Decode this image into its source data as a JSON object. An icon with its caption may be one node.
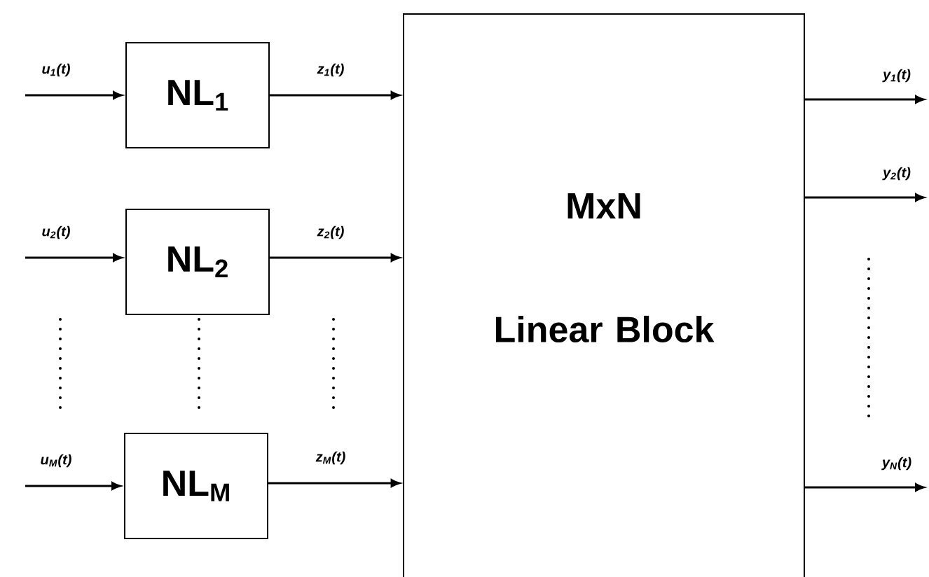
{
  "diagram": {
    "nodes": [
      {
        "text": [
          "NL$_{1}$"
        ]
      },
      {
        "text": [
          "NL$_{2}$"
        ]
      },
      {
        "text": [
          "NL$_{M}$"
        ]
      },
      {
        "text": [
          "MxN",
          "Linear Block"
        ]
      }
    ],
    "edges": [
      {
        "from": null,
        "to": 0,
        "arrow": "to",
        "label": "u$_{1}$(t)"
      },
      {
        "from": null,
        "to": 1,
        "arrow": "to",
        "label": "u$_{2}$(t)"
      },
      {
        "from": null,
        "to": 2,
        "arrow": "to",
        "label": "u$_{M}$(t)"
      },
      {
        "from": 0,
        "to": 3,
        "arrow": "to",
        "label": "z$_{1}$(t)"
      },
      {
        "from": 1,
        "to": 3,
        "arrow": "to",
        "label": "z$_{2}$(t)"
      },
      {
        "from": 2,
        "to": 3,
        "arrow": "to",
        "label": "z$_{M}$(t)"
      },
      {
        "from": 3,
        "to": null,
        "arrow": "to",
        "label": "y$_{1}$(t)"
      },
      {
        "from": 3,
        "to": null,
        "arrow": "to",
        "label": "y$_{2}$(t)"
      },
      {
        "from": 3,
        "to": null,
        "arrow": "to",
        "label": "y$_{N}$(t)"
      }
    ]
  }
}
